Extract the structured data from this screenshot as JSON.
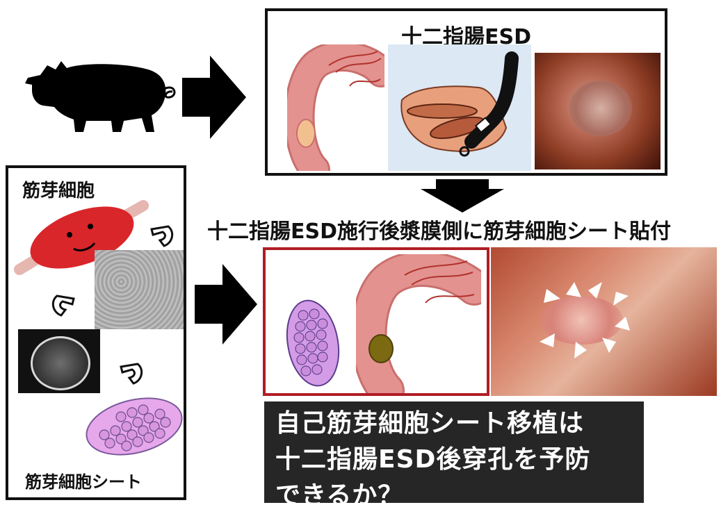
{
  "esd_panel": {
    "title": "十二指腸ESD"
  },
  "myoblast_panel": {
    "top_label": "筋芽細胞",
    "bottom_label": "筋芽細胞シート"
  },
  "middle_caption": "十二指腸ESD施行後漿膜側に筋芽細胞シート貼付",
  "question_box": {
    "lines": [
      "自己筋芽細胞シート移植は",
      "十二指腸ESD後穿孔を予防",
      "できるか？"
    ]
  },
  "colors": {
    "frame": "#111111",
    "highlight_frame": "#b01d24",
    "question_bg": "#262626",
    "intestine": "#e3928f",
    "sheet": "#e6a8ea",
    "muscle": "#d9262a"
  },
  "icons": [
    "pig-icon",
    "arrow-right-icon",
    "arrow-down-icon",
    "curved-arrow-icon"
  ]
}
